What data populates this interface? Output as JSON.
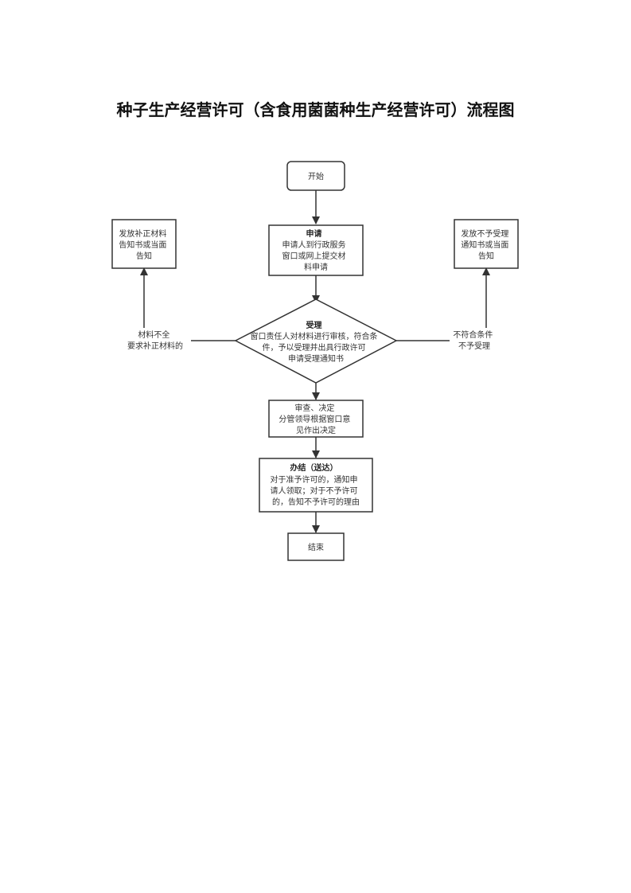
{
  "title": "种子生产经营许可（含食用菌菌种生产经营许可）流程图",
  "nodes": {
    "start": {
      "lines": [
        "开始"
      ]
    },
    "apply": {
      "head": "申请",
      "lines": [
        "申请人到行政服务",
        "窗口或网上提交材",
        "料申请"
      ]
    },
    "accept": {
      "head": "受理",
      "lines": [
        "窗口责任人对材料进行审核，符合条",
        "件，予以受理并出具行政许可",
        "申请受理通知书"
      ]
    },
    "supplement": {
      "lines": [
        "发放补正材料",
        "告知书或当面",
        "告知"
      ]
    },
    "reject": {
      "lines": [
        "发放不予受理",
        "通知书或当面",
        "告知"
      ]
    },
    "review": {
      "lines": [
        "审查、决定",
        "分管领导根据窗口意",
        "见作出决定"
      ]
    },
    "conclude": {
      "head": "办结（送达）",
      "lines": [
        "对于准予许可的，通知申",
        "请人领取；对于不予许可",
        "的，告知不予许可的理由"
      ]
    },
    "end": {
      "lines": [
        "结束"
      ]
    }
  },
  "edges": {
    "left_label": [
      "材料不全",
      "要求补正材料的"
    ],
    "right_label": [
      "不符合条件",
      "不予受理"
    ]
  }
}
